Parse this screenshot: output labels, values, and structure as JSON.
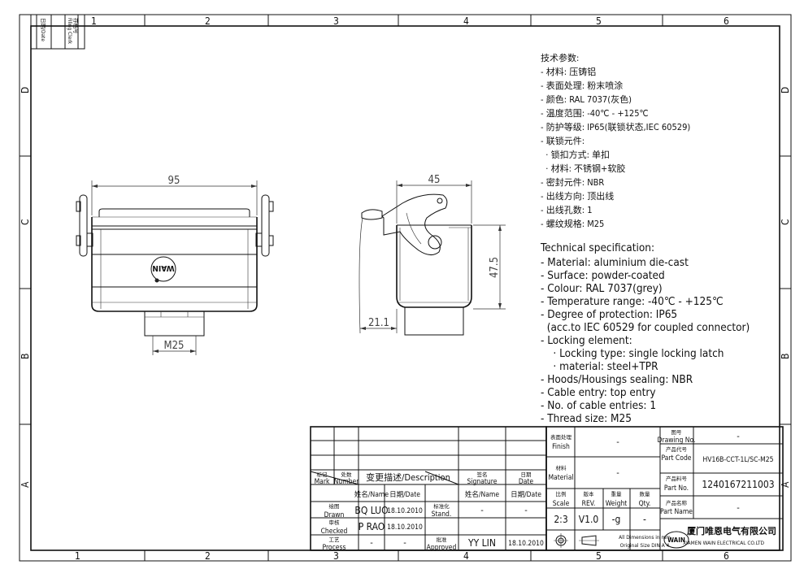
{
  "frame": {
    "zones_top": [
      "1",
      "2",
      "3",
      "4",
      "5",
      "6"
    ],
    "zones_bottom": [
      "1",
      "2",
      "3",
      "4",
      "5",
      "6"
    ],
    "zones_side": [
      "D",
      "C",
      "B",
      "A"
    ],
    "corner_strip": {
      "date_label": "日期/Date",
      "filing_label_cn": "存档号",
      "filing_label_en": "Filing Clerk"
    }
  },
  "views": {
    "front": {
      "width_dim": "95",
      "thread_dim": "M25",
      "logo": "WAIN"
    },
    "side": {
      "width_dim": "45",
      "height_dim": "47.5",
      "offset_dim": "21.1"
    }
  },
  "spec_cn": {
    "title": "技术参数:",
    "lines": [
      "- 材料: 压铸铝",
      "- 表面处理: 粉末喷涂",
      "- 颜色: RAL 7037(灰色)",
      "- 温度范围: -40℃ - +125℃",
      "- 防护等级: IP65(联锁状态,IEC 60529)",
      "- 联锁元件:",
      "  · 锁扣方式: 单扣",
      "  · 材料: 不锈钢+软胶",
      "- 密封元件: NBR",
      "- 出线方向: 顶出线",
      "- 出线孔数: 1",
      "- 螺纹规格: M25"
    ]
  },
  "spec_en": {
    "title": "Technical specification:",
    "lines": [
      "- Material: aluminium die-cast",
      "- Surface: powder-coated",
      "- Colour: RAL 7037(grey)",
      "- Temperature range: -40℃ - +125℃",
      "- Degree of protection: IP65",
      "  (acc.to IEC 60529 for coupled connector)",
      "- Locking element:",
      "    · Locking type: single locking latch",
      "    · material: steel+TPR",
      "- Hoods/Housings sealing: NBR",
      "- Cable entry: top entry",
      "- No. of cable entries: 1",
      "- Thread size: M25"
    ]
  },
  "revision_block": {
    "mark_cn": "标记",
    "mark_en": "Mark",
    "number_cn": "处数",
    "number_en": "Number",
    "description": "变更描述/Description",
    "signature_cn": "签名",
    "signature_en": "Signature",
    "date_cn": "日期",
    "date_en": "Date",
    "name_hdr": "姓名/Name",
    "date_hdr": "日期/Date",
    "name_hdr2": "姓名/Name",
    "date_hdr2": "日期/Date",
    "drawn_cn": "绘图",
    "drawn_en": "Drawn",
    "drawn_name": "BQ LUO",
    "drawn_date": "18.10.2010",
    "checked_cn": "审核",
    "checked_en": "Checked",
    "checked_name": "P RAO",
    "checked_date": "18.10.2010",
    "process_cn": "工艺",
    "process_en": "Process",
    "process_name": "-",
    "process_date": "-",
    "stand_cn": "标准化",
    "stand_en": "Stand.",
    "stand_name": "-",
    "stand_date": "-",
    "approved_cn": "批准",
    "approved_en": "Approved",
    "approved_name": "YY LIN",
    "approved_date": "18.10.2010"
  },
  "title_block": {
    "finish_cn": "表面处理",
    "finish_en": "Finish",
    "finish_value": "-",
    "material_cn": "材料",
    "material_en": "Material",
    "material_value": "-",
    "scale_cn": "比例",
    "scale_en": "Scale",
    "scale_value": "2:3",
    "rev_cn": "版本",
    "rev_en": "REV.",
    "rev_value": "V1.0",
    "weight_cn": "重量",
    "weight_en": "Weight",
    "weight_value": "-g",
    "qty_cn": "数量",
    "qty_en": "Qty.",
    "qty_value": "-",
    "dims_note_1": "All Dimensions in mm",
    "dims_note_2": "Original Size DIN A 4",
    "drawing_no_cn": "图号",
    "drawing_no_en": "Drawing No.",
    "drawing_no_value": "-",
    "part_code_cn": "产品代号",
    "part_code_en": "Part Code",
    "part_code_value": "HV16B-CCT-1L/SC-M25",
    "part_no_cn": "产品料号",
    "part_no_en": "Part No.",
    "part_no_value": "1240167211003",
    "part_name_cn": "产品名称",
    "part_name_en": "Part Name",
    "part_name_value": "-",
    "company_cn": "厦门唯恩电气有限公司",
    "company_en": "XIAMEN WAIN ELECTRICAL CO.LTD",
    "logo": "WAIN"
  }
}
